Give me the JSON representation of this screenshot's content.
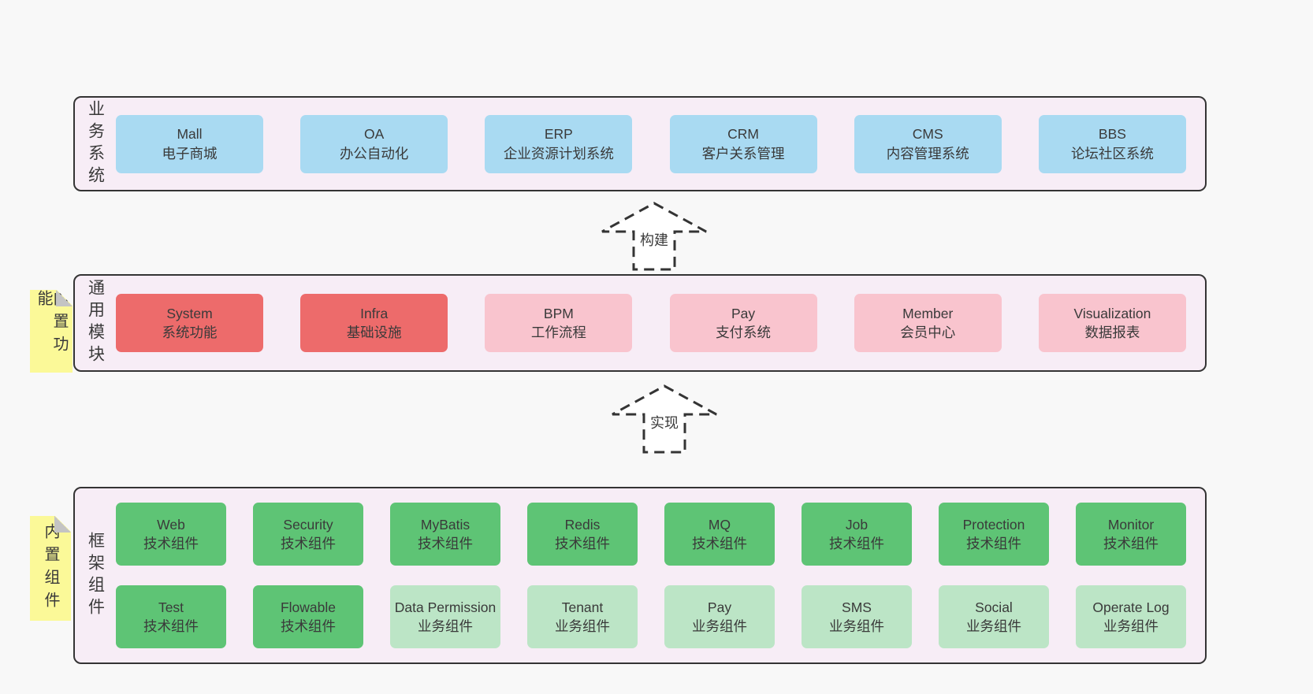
{
  "colors": {
    "page_bg": "#f8f8f8",
    "layer_bg": "#f7edf6",
    "layer_border": "#343434",
    "text": "#3a3a3a",
    "blue_box": "#a9daf2",
    "red_box": "#ed6b6b",
    "pink_box": "#f9c4ce",
    "green_box": "#5ec475",
    "light_green_box": "#bce5c6",
    "sticky_bg": "#fbf998",
    "sticky_fold": "#c4c4c4"
  },
  "arrows": [
    {
      "label": "构建"
    },
    {
      "label": "实现"
    }
  ],
  "stickies": {
    "features": "内置功能",
    "components": "内置组件"
  },
  "layers": [
    {
      "id": "business",
      "label": "业务系统",
      "rows": [
        {
          "boxes": [
            {
              "name": "Mall",
              "desc": "电子商城",
              "type": "blue"
            },
            {
              "name": "OA",
              "desc": "办公自动化",
              "type": "blue"
            },
            {
              "name": "ERP",
              "desc": "企业资源计划系统",
              "type": "blue"
            },
            {
              "name": "CRM",
              "desc": "客户关系管理",
              "type": "blue"
            },
            {
              "name": "CMS",
              "desc": "内容管理系统",
              "type": "blue"
            },
            {
              "name": "BBS",
              "desc": "论坛社区系统",
              "type": "blue"
            }
          ]
        }
      ]
    },
    {
      "id": "modules",
      "label": "通用模块",
      "rows": [
        {
          "boxes": [
            {
              "name": "System",
              "desc": "系统功能",
              "type": "red"
            },
            {
              "name": "Infra",
              "desc": "基础设施",
              "type": "red"
            },
            {
              "name": "BPM",
              "desc": "工作流程",
              "type": "pink"
            },
            {
              "name": "Pay",
              "desc": "支付系统",
              "type": "pink"
            },
            {
              "name": "Member",
              "desc": "会员中心",
              "type": "pink"
            },
            {
              "name": "Visualization",
              "desc": "数据报表",
              "type": "pink"
            }
          ]
        }
      ]
    },
    {
      "id": "components",
      "label": "框架组件",
      "rows": [
        {
          "boxes": [
            {
              "name": "Web",
              "desc": "技术组件",
              "type": "green"
            },
            {
              "name": "Security",
              "desc": "技术组件",
              "type": "green"
            },
            {
              "name": "MyBatis",
              "desc": "技术组件",
              "type": "green"
            },
            {
              "name": "Redis",
              "desc": "技术组件",
              "type": "green"
            },
            {
              "name": "MQ",
              "desc": "技术组件",
              "type": "green"
            },
            {
              "name": "Job",
              "desc": "技术组件",
              "type": "green"
            },
            {
              "name": "Protection",
              "desc": "技术组件",
              "type": "green"
            },
            {
              "name": "Monitor",
              "desc": "技术组件",
              "type": "green"
            }
          ]
        },
        {
          "boxes": [
            {
              "name": "Test",
              "desc": "技术组件",
              "type": "green"
            },
            {
              "name": "Flowable",
              "desc": "技术组件",
              "type": "green"
            },
            {
              "name": "Data Permission",
              "desc": "业务组件",
              "type": "light-green"
            },
            {
              "name": "Tenant",
              "desc": "业务组件",
              "type": "light-green"
            },
            {
              "name": "Pay",
              "desc": "业务组件",
              "type": "light-green"
            },
            {
              "name": "SMS",
              "desc": "业务组件",
              "type": "light-green"
            },
            {
              "name": "Social",
              "desc": "业务组件",
              "type": "light-green"
            },
            {
              "name": "Operate Log",
              "desc": "业务组件",
              "type": "light-green"
            }
          ]
        }
      ]
    }
  ]
}
